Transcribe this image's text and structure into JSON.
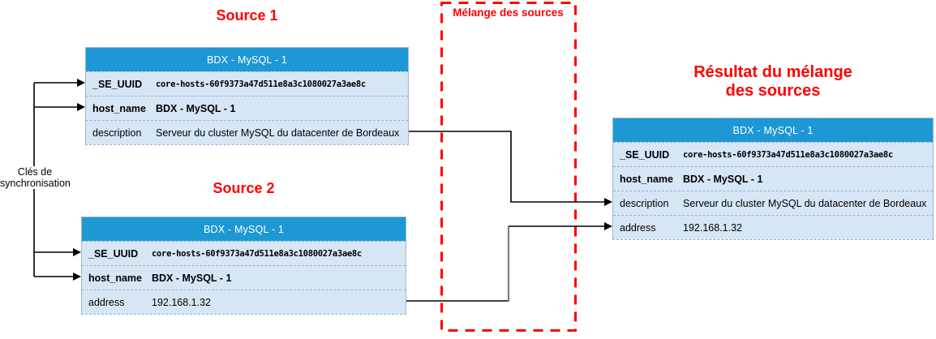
{
  "diagram": {
    "source1_title": "Source 1",
    "source2_title": "Source 2",
    "merge_zone_title": "Mélange des sources",
    "result_title_line1": "Résultat du mélange",
    "result_title_line2": "des sources",
    "sync_label_line1": "Clés de",
    "sync_label_line2": "synchronisation"
  },
  "colors": {
    "title_red": "#FF0000",
    "merge_box_red": "#FF0000",
    "header_blue": "#1E98D4",
    "row_fill": "#D7E6F5",
    "row_divider": "#96B3D2",
    "table_border": "#9FB8D1",
    "wire_black": "#000000",
    "wire_gray": "#808080"
  },
  "tables": {
    "source1": {
      "title": "BDX - MySQL - 1",
      "rows": [
        {
          "key": "_SE_UUID",
          "value": "core-hosts-60f9373a47d511e8a3c1080027a3ae8c"
        },
        {
          "key": "host_name",
          "value": "BDX - MySQL - 1"
        },
        {
          "key": "description",
          "value": "Serveur du cluster MySQL du datacenter de Bordeaux"
        }
      ]
    },
    "source2": {
      "title": "BDX - MySQL - 1",
      "rows": [
        {
          "key": "_SE_UUID",
          "value": "core-hosts-60f9373a47d511e8a3c1080027a3ae8c"
        },
        {
          "key": "host_name",
          "value": "BDX - MySQL - 1"
        },
        {
          "key": "address",
          "value": "192.168.1.32"
        }
      ]
    },
    "result": {
      "title": "BDX - MySQL - 1",
      "rows": [
        {
          "key": "_SE_UUID",
          "value": "core-hosts-60f9373a47d511e8a3c1080027a3ae8c"
        },
        {
          "key": "host_name",
          "value": "BDX - MySQL - 1"
        },
        {
          "key": "description",
          "value": "Serveur du cluster MySQL du datacenter de Bordeaux"
        },
        {
          "key": "address",
          "value": "192.168.1.32"
        }
      ]
    }
  }
}
